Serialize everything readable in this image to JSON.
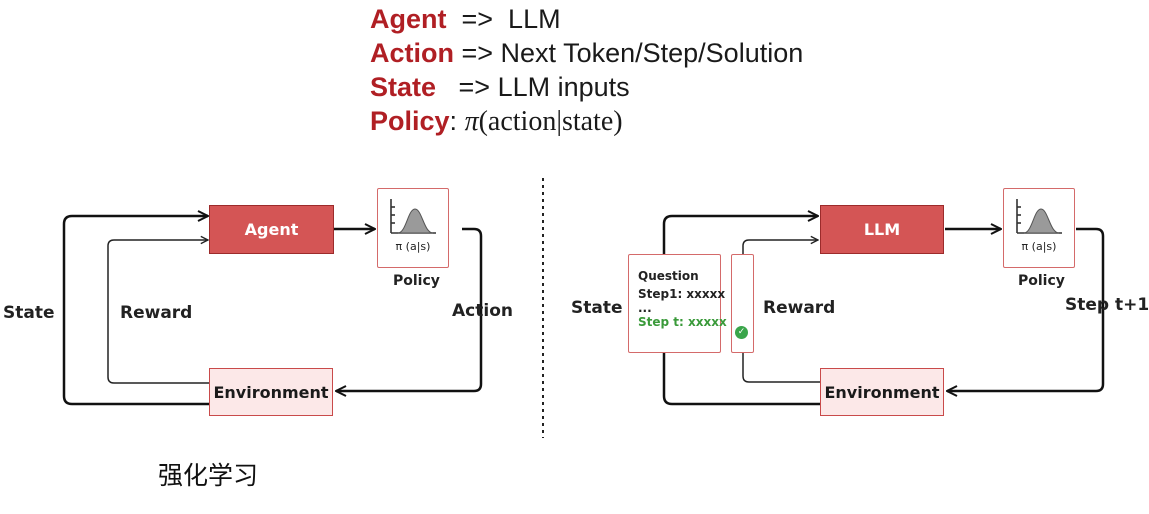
{
  "definitions": [
    {
      "key": "Agent",
      "sep": "  =>  ",
      "value": "LLM"
    },
    {
      "key": "Action",
      "sep": " => ",
      "value": "Next Token/Step/Solution"
    },
    {
      "key": "State",
      "sep": "   => ",
      "value": "LLM inputs"
    }
  ],
  "policy_def": {
    "key": "Policy",
    "sep": ": ",
    "pi": "π",
    "expr": "(action|state)"
  },
  "left": {
    "agent": "Agent",
    "environment": "Environment",
    "policy_formula": "π (a|s)",
    "policy_label": "Policy",
    "state": "State",
    "reward": "Reward",
    "action": "Action",
    "caption": "强化学习"
  },
  "right": {
    "llm": "LLM",
    "environment": "Environment",
    "policy_formula": "π (a|s)",
    "policy_label": "Policy",
    "state": "State",
    "reward": "Reward",
    "step": "Step t+1",
    "question_lines": [
      "Question",
      "Step1: xxxxx",
      "...",
      "Step t: xxxxx"
    ]
  },
  "colors": {
    "accent_red": "#b01f24",
    "box_red": "#d45555",
    "box_pink": "#fce8e8",
    "check_green": "#3aa54a"
  }
}
